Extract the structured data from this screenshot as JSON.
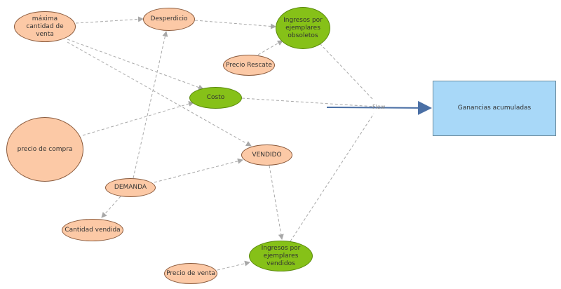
{
  "nodes": {
    "max_venta": "máxima cantidad de venta",
    "desperdicio": "Desperdicio",
    "ingresos_obsoletos": "Ingresos por ejemplares obsoletos",
    "precio_rescate": "Precio Rescate",
    "costo": "Costo",
    "precio_compra": "precio de compra",
    "vendido": "VENDIDO",
    "demanda": "DEMANDA",
    "cantidad_vendida": "Cantidad vendida",
    "ingresos_vendidos": "Ingresos por ejemplares vendidos",
    "precio_venta": "Precio de venta",
    "ganancias": "Ganancias acumuladas"
  },
  "flow_label": "Flow",
  "colors": {
    "auxiliary_fill": "#fcc9a6",
    "income_fill": "#86c118",
    "stock_fill": "#a8d8f8",
    "link_color": "#a8a8a8",
    "flow_color": "#4a6fa5"
  }
}
